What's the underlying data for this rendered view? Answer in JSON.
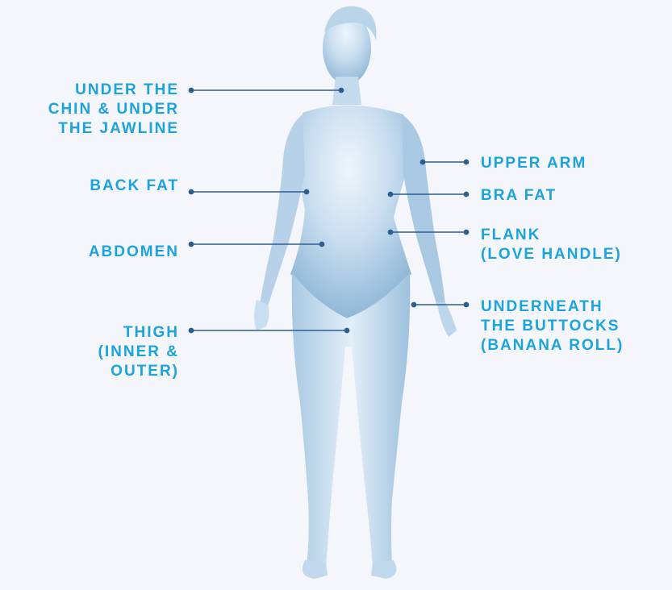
{
  "colors": {
    "background": "#f4f6fb",
    "label": "#1aa3df",
    "leader_line": "#2c5f91",
    "body_light": "#e7f1fa",
    "body_mid": "#b7d4ea",
    "body_dark": "#7fa9cc"
  },
  "figure": {
    "icon": "female-body-figure"
  },
  "labels": {
    "chin": "UNDER THE\nCHIN & UNDER\nTHE JAWLINE",
    "back_fat": "BACK FAT",
    "abdomen": "ABDOMEN",
    "thigh": "THIGH\n(INNER &\nOUTER)",
    "upper_arm": "UPPER ARM",
    "bra_fat": "BRA FAT",
    "flank": "FLANK\n(LOVE HANDLE)",
    "buttocks": "UNDERNEATH\nTHE BUTTOCKS\n(BANANA ROLL)"
  }
}
